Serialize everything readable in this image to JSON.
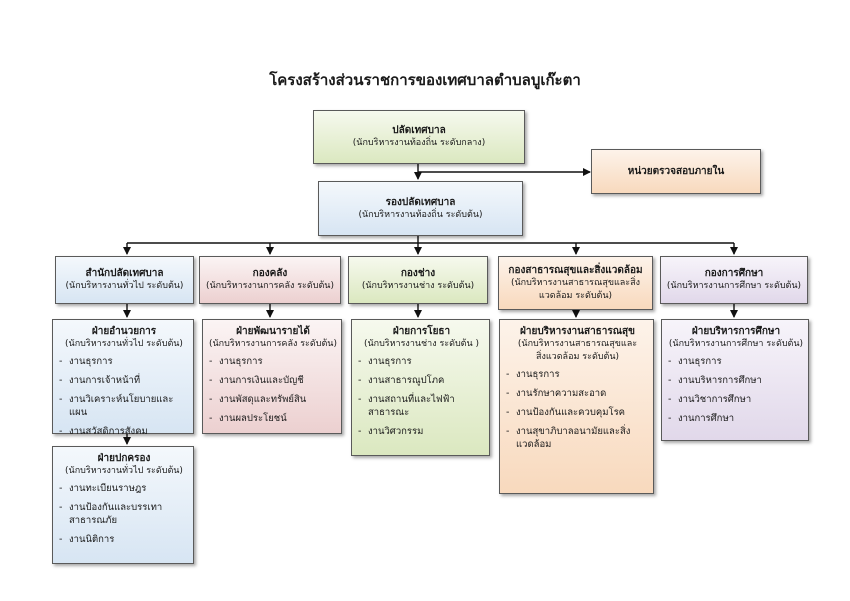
{
  "title": "โครงสร้างส่วนราชการของเทศบาลตำบลบูเก๊ะตา",
  "top": {
    "title": "ปลัดเทศบาล",
    "subtitle": "(นักบริหารงานท้องถิ่น ระดับกลาง)"
  },
  "audit": {
    "title": "หน่วยตรวจสอบภายใน"
  },
  "deputy": {
    "title": "รองปลัดเทศบาล",
    "subtitle": "(นักบริหารงานท้องถิ่น ระดับต้น)"
  },
  "departments": [
    {
      "title": "สำนักปลัดเทศบาล",
      "subtitle": "(นักบริหารงานทั่วไป ระดับต้น)"
    },
    {
      "title": "กองคลัง",
      "subtitle": "(นักบริหารงานการคลัง ระดับต้น)"
    },
    {
      "title": "กองช่าง",
      "subtitle": "(นักบริหารงานช่าง ระดับต้น)"
    },
    {
      "title": "กองสาธารณสุขและสิ่งแวดล้อม",
      "subtitle": "(นักบริหารงานสาธารณสุขและสิ่งแวดล้อม ระดับต้น)"
    },
    {
      "title": "กองการศึกษา",
      "subtitle": "(นักบริหารงานการศึกษา ระดับต้น)"
    }
  ],
  "divisions": [
    {
      "title": "ฝ่ายอำนวยการ",
      "subtitle": "(นักบริหารงานทั่วไป ระดับต้น)",
      "items": [
        "งานธุรการ",
        "งานการเจ้าหน้าที่",
        "งานวิเคราะห์นโยบายและแผน",
        "งานสวัสดิการสังคม"
      ]
    },
    {
      "title": "ฝ่ายปกครอง",
      "subtitle": "(นักบริหารงานทั่วไป ระดับต้น)",
      "items": [
        "งานทะเบียนราษฎร",
        "งานป้องกันและบรรเทาสาธารณภัย",
        "งานนิติการ"
      ]
    },
    {
      "title": "ฝ่ายพัฒนารายได้",
      "subtitle": "(นักบริหารงานการคลัง ระดับต้น)",
      "items": [
        "งานธุรการ",
        "งานการเงินและบัญชี",
        "งานพัสดุและทรัพย์สิน",
        "งานผลประโยชน์"
      ]
    },
    {
      "title": "ฝ่ายการโยธา",
      "subtitle": "(นักบริหารงานช่าง ระดับต้น )",
      "items": [
        "งานธุรการ",
        "งานสาธารณูปโภค",
        "งานสถานที่และไฟฟ้าสาธารณะ",
        "งานวิศวกรรม"
      ]
    },
    {
      "title": "ฝ่ายบริหารงานสาธารณสุข",
      "subtitle": "(นักบริหารงานสาธารณสุขและสิ่งแวดล้อม ระดับต้น)",
      "items": [
        "งานธุรการ",
        "งานรักษาความสะอาด",
        "งานป้องกันและควบคุมโรค",
        "งานสุขาภิบาลอนามัยและสิ่งแวดล้อม"
      ]
    },
    {
      "title": "ฝ่ายบริหารการศึกษา",
      "subtitle": "(นักบริหารงานการศึกษา ระดับต้น)",
      "items": [
        "งานธุรการ",
        "งานบริหารการศึกษา",
        "งานวิชาการศึกษา",
        "งานการศึกษา"
      ]
    }
  ]
}
